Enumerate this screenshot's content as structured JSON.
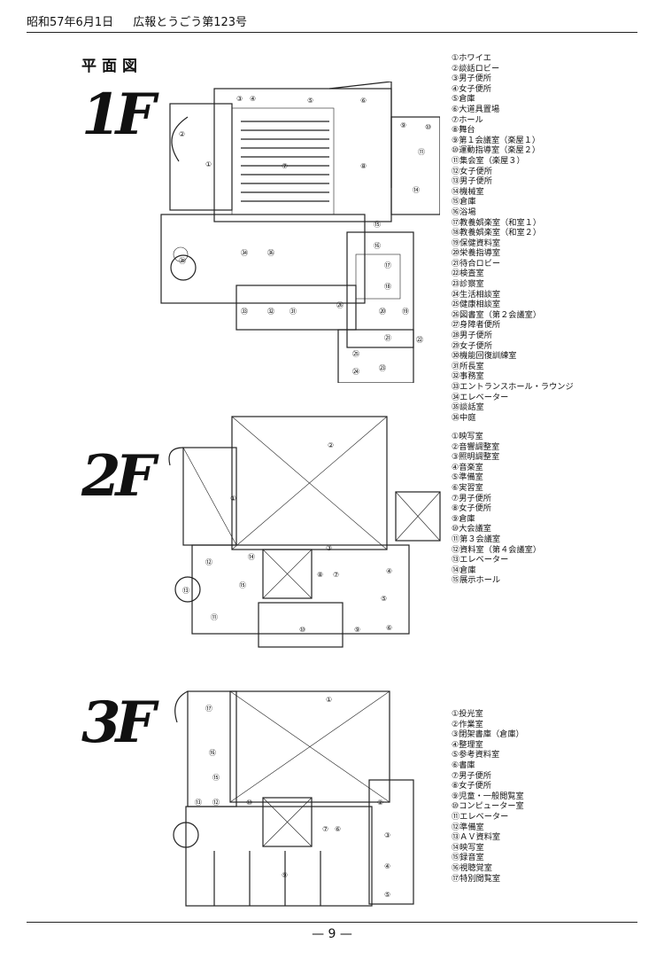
{
  "header": {
    "date": "昭和57年6月1日",
    "publication": "広報とうごう第123号"
  },
  "plan_title": "平面図",
  "floors": [
    {
      "label": "1F",
      "rooms": [
        "①ホワイエ",
        "②談話ロビー",
        "③男子便所",
        "④女子便所",
        "⑤倉庫",
        "⑥大道具置場",
        "⑦ホール",
        "⑧舞台",
        "⑨第１会議室（楽屋１）",
        "⑩運動指導室（楽屋２）",
        "⑪集会室（楽屋３）",
        "⑫女子便所",
        "⑬男子便所",
        "⑭機械室",
        "⑮倉庫",
        "⑯浴場",
        "⑰教養娯楽室（和室１）",
        "⑱教養娯楽室（和室２）",
        "⑲保健資料室",
        "⑳栄養指導室",
        "㉑待合ロビー",
        "㉒検査室",
        "㉓診察室",
        "㉔生活相談室",
        "㉕健康相談室",
        "㉖図書室（第２会議室）",
        "㉗身障者便所",
        "㉘男子便所",
        "㉙女子便所",
        "㉚機能回復訓練室",
        "㉛所長室",
        "㉜事務室",
        "㉝エントランスホール・ラウンジ",
        "㉞エレベーター",
        "㉟談話室",
        "㊱中庭"
      ]
    },
    {
      "label": "2F",
      "rooms": [
        "①映写室",
        "②音響調整室",
        "③照明調整室",
        "④音楽室",
        "⑤準備室",
        "⑥実習室",
        "⑦男子便所",
        "⑧女子便所",
        "⑨倉庫",
        "⑩大会議室",
        "⑪第３会議室",
        "⑫資料室（第４会議室）",
        "⑬エレベーター",
        "⑭倉庫",
        "⑮展示ホール"
      ]
    },
    {
      "label": "3F",
      "rooms": [
        "①投光室",
        "②作業室",
        "③閉架書庫（倉庫）",
        "④整理室",
        "⑤参考資料室",
        "⑥書庫",
        "⑦男子便所",
        "⑧女子便所",
        "⑨児童・一般閲覧室",
        "⑩コンピューター室",
        "⑪エレベーター",
        "⑫準備室",
        "⑬ＡＶ資料室",
        "⑭映写室",
        "⑮録音室",
        "⑯視聴覚室",
        "⑰特別閲覧室"
      ]
    }
  ],
  "plan_marks": {
    "f1": [
      "①",
      "②",
      "③",
      "④",
      "⑤",
      "⑥",
      "⑦",
      "⑧",
      "⑨",
      "⑩",
      "⑪",
      "⑭",
      "⑮",
      "⑯",
      "⑰",
      "⑱",
      "⑲",
      "⑳",
      "㉑",
      "㉒",
      "㉓",
      "㉔",
      "㉕",
      "㉖",
      "㉛",
      "㉜",
      "㉝",
      "㉞",
      "㉟",
      "㊱"
    ],
    "f2": [
      "①",
      "②",
      "③",
      "④",
      "⑤",
      "⑥",
      "⑦",
      "⑧",
      "⑨",
      "⑩",
      "⑪",
      "⑫",
      "⑬",
      "⑭",
      "⑮"
    ],
    "f3": [
      "①",
      "②",
      "③",
      "④",
      "⑤",
      "⑥",
      "⑦",
      "⑨",
      "⑩",
      "⑫",
      "⑬",
      "⑮",
      "⑯",
      "⑰"
    ]
  },
  "page_number": "— 9 —"
}
